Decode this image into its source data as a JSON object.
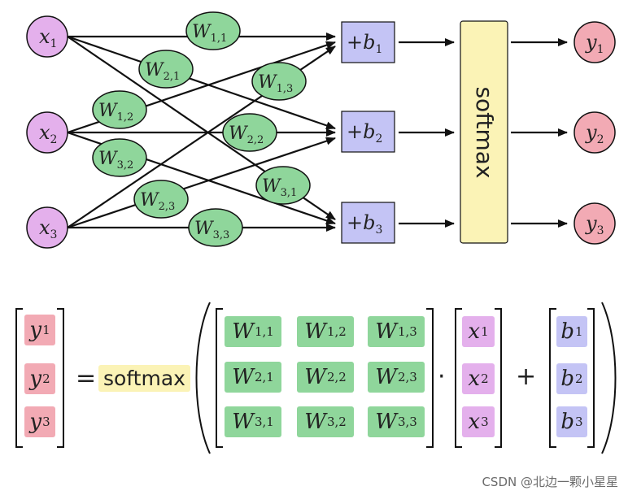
{
  "inputs": [
    {
      "sym": "x",
      "sub": "1"
    },
    {
      "sym": "x",
      "sub": "2"
    },
    {
      "sym": "x",
      "sub": "3"
    }
  ],
  "weights": [
    {
      "sym": "W",
      "sub": "1,1"
    },
    {
      "sym": "W",
      "sub": "2,1"
    },
    {
      "sym": "W",
      "sub": "1,3"
    },
    {
      "sym": "W",
      "sub": "1,2"
    },
    {
      "sym": "W",
      "sub": "2,2"
    },
    {
      "sym": "W",
      "sub": "3,2"
    },
    {
      "sym": "W",
      "sub": "3,1"
    },
    {
      "sym": "W",
      "sub": "2,3"
    },
    {
      "sym": "W",
      "sub": "3,3"
    }
  ],
  "biases": [
    {
      "sym": "+b",
      "sub": "1"
    },
    {
      "sym": "+b",
      "sub": "2"
    },
    {
      "sym": "+b",
      "sub": "3"
    }
  ],
  "softmax_label": "softmax",
  "outputs": [
    {
      "sym": "y",
      "sub": "1"
    },
    {
      "sym": "y",
      "sub": "2"
    },
    {
      "sym": "y",
      "sub": "3"
    }
  ],
  "equation": {
    "y": [
      {
        "sym": "y",
        "sub": "1"
      },
      {
        "sym": "y",
        "sub": "2"
      },
      {
        "sym": "y",
        "sub": "3"
      }
    ],
    "equals": "=",
    "softmax": "softmax",
    "W": [
      [
        {
          "sym": "W",
          "sub": "1,1"
        },
        {
          "sym": "W",
          "sub": "1,2"
        },
        {
          "sym": "W",
          "sub": "1,3"
        }
      ],
      [
        {
          "sym": "W",
          "sub": "2,1"
        },
        {
          "sym": "W",
          "sub": "2,2"
        },
        {
          "sym": "W",
          "sub": "2,3"
        }
      ],
      [
        {
          "sym": "W",
          "sub": "3,1"
        },
        {
          "sym": "W",
          "sub": "3,2"
        },
        {
          "sym": "W",
          "sub": "3,3"
        }
      ]
    ],
    "dot": "·",
    "x": [
      {
        "sym": "x",
        "sub": "1"
      },
      {
        "sym": "x",
        "sub": "2"
      },
      {
        "sym": "x",
        "sub": "3"
      }
    ],
    "plus": "+",
    "b": [
      {
        "sym": "b",
        "sub": "1"
      },
      {
        "sym": "b",
        "sub": "2"
      },
      {
        "sym": "b",
        "sub": "3"
      }
    ]
  },
  "watermark": "CSDN @北边一颗小星星",
  "colors": {
    "input": "#e4b0ec",
    "weight": "#8fd69b",
    "bias": "#c4c4f5",
    "softmax": "#fbf3b6",
    "output": "#f2aab4",
    "stroke": "#111111"
  }
}
